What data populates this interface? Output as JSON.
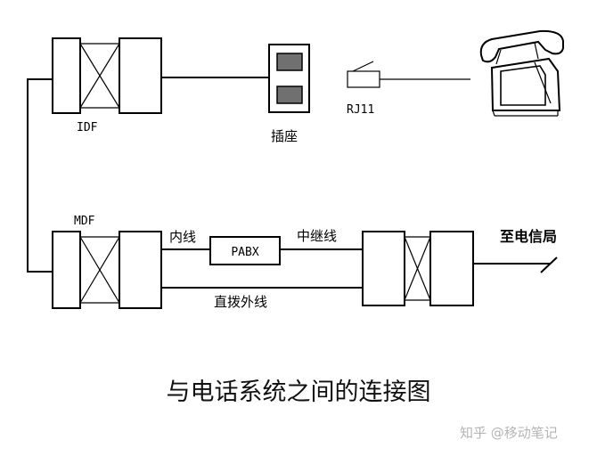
{
  "labels": {
    "idf": "IDF",
    "mdf": "MDF",
    "socket": "插座",
    "rj11": "RJ11",
    "internal_line": "内线",
    "pabx": "PABX",
    "trunk_line": "中继线",
    "direct_line": "直拨外线",
    "to_telecom": "至电信局"
  },
  "caption": "与电话系统之间的连接图",
  "watermark": "知乎 @移动笔记",
  "colors": {
    "line": "#000000",
    "socket_port": "#707070",
    "watermark": "#b5b5b5"
  },
  "icons": [
    "telephone-icon",
    "rj11-plug-icon",
    "socket-icon",
    "distribution-frame-icon"
  ]
}
